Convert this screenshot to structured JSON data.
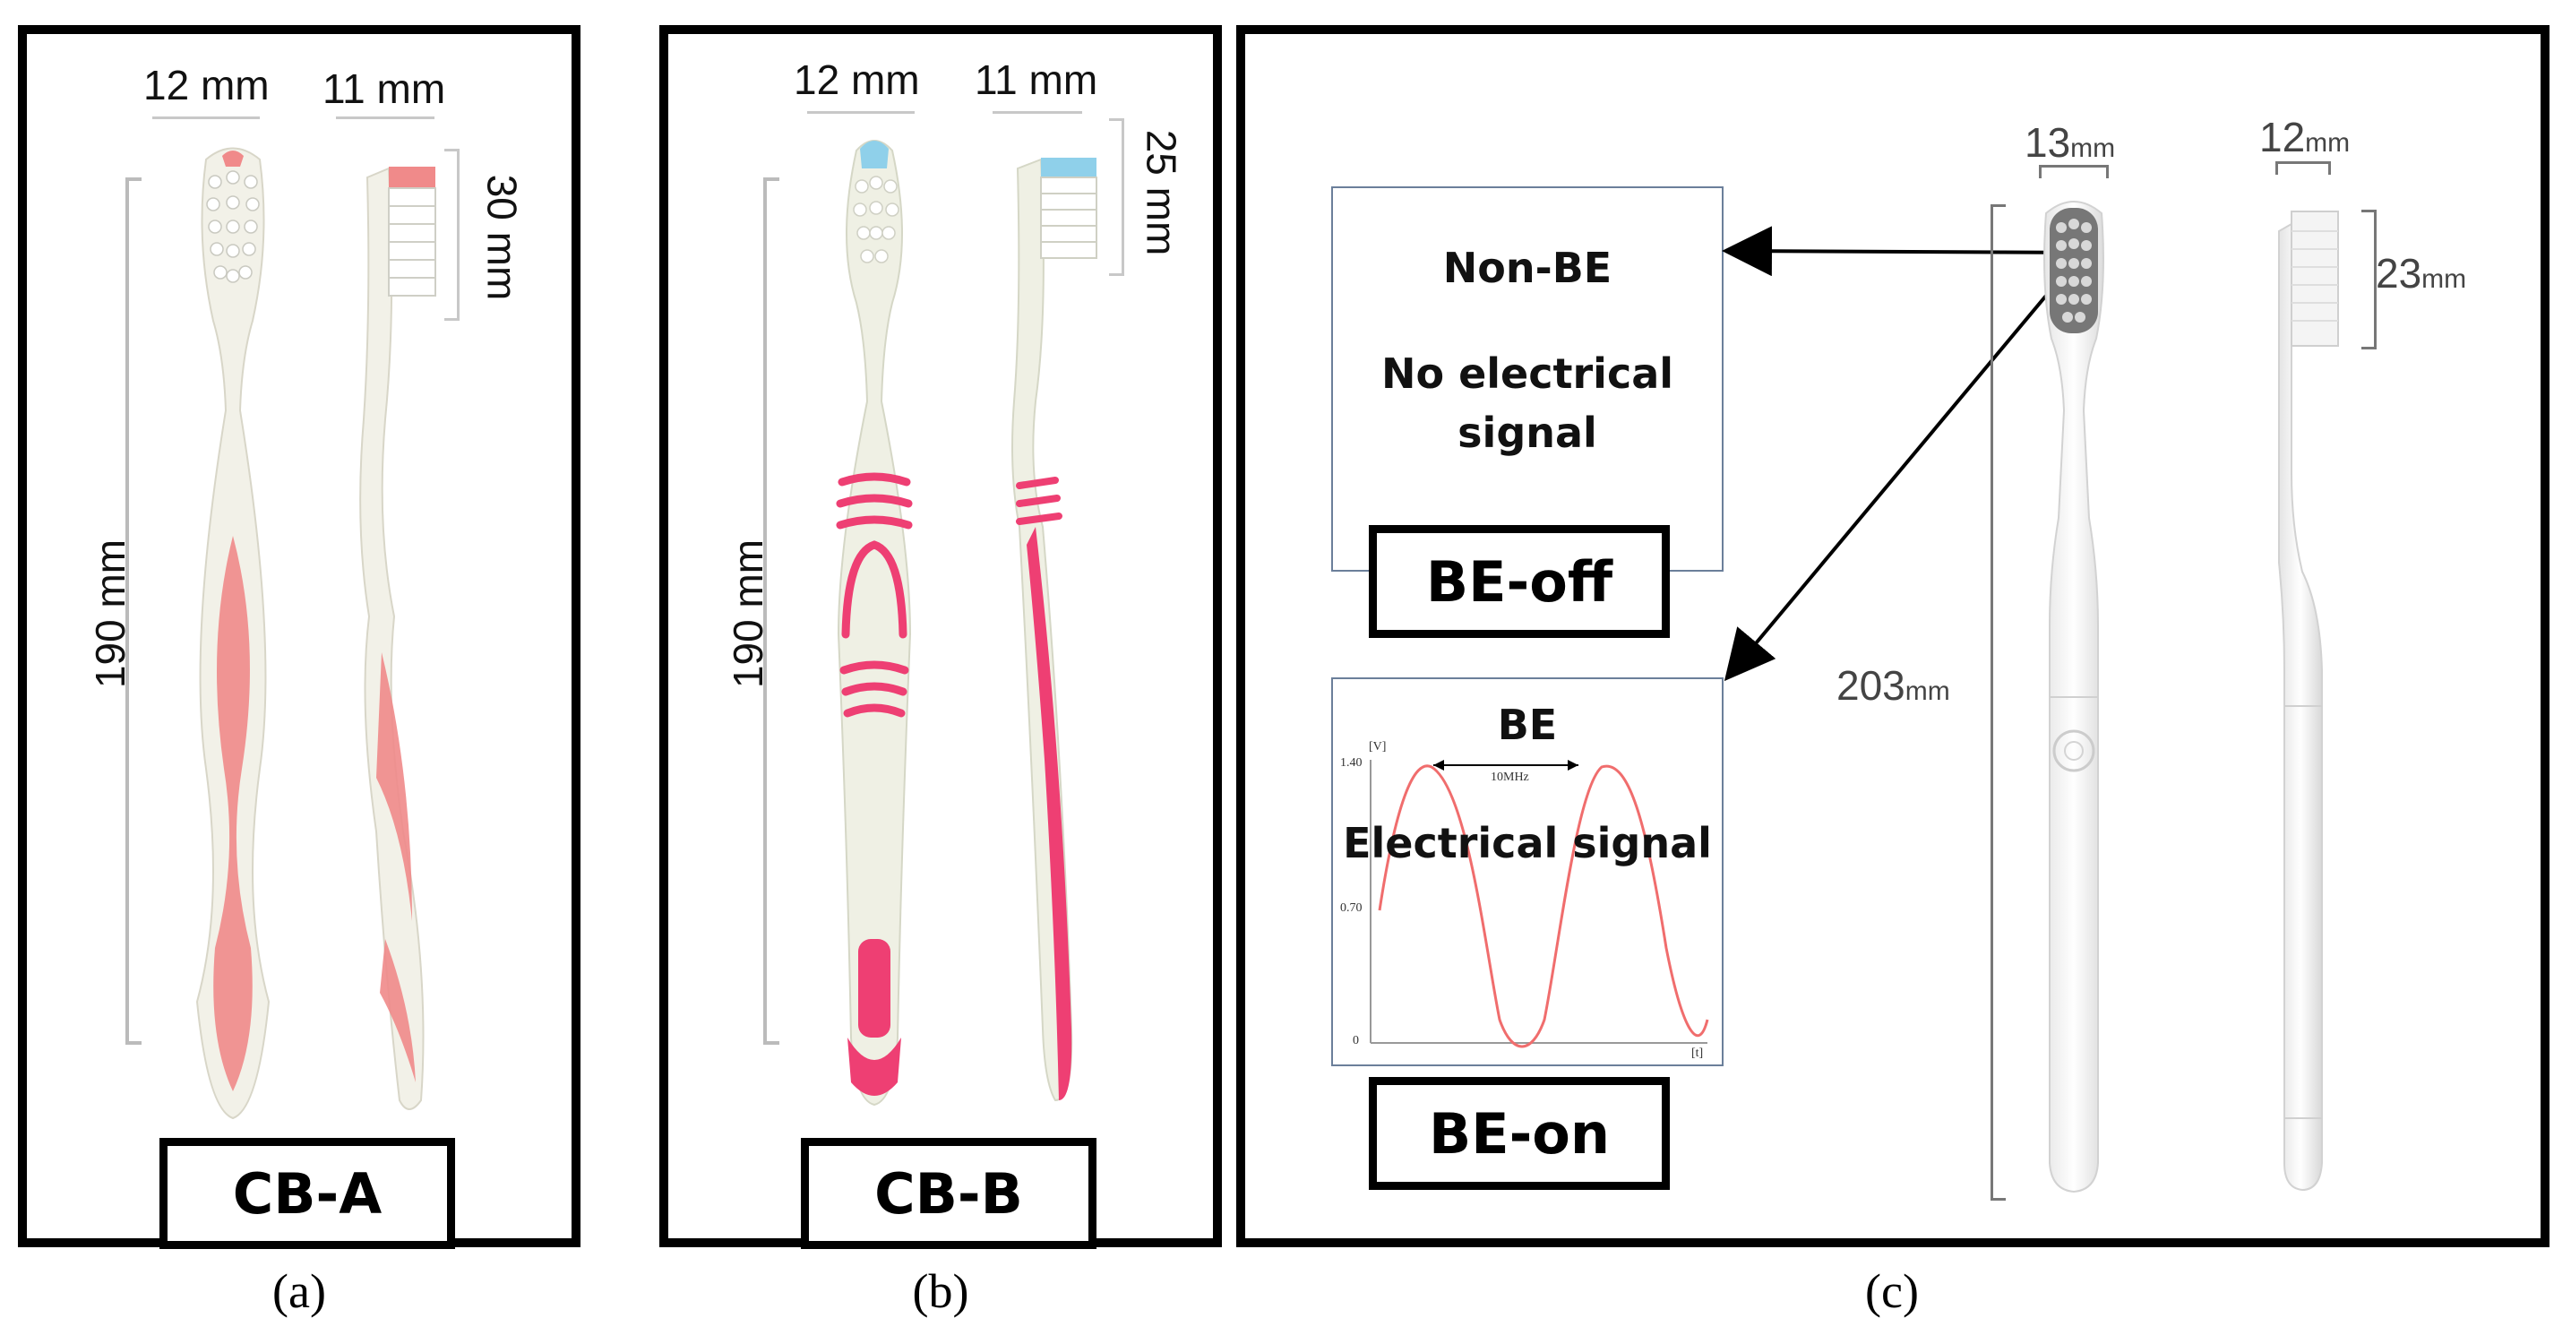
{
  "panel_a": {
    "caption": "(a)",
    "label": "CB-A",
    "dim_head_width": "12 mm",
    "dim_side_width": "11 mm",
    "dim_bristle_height": "30 mm",
    "dim_length": "190 mm",
    "accent_color": "#f08a8a"
  },
  "panel_b": {
    "caption": "(b)",
    "label": "CB-B",
    "dim_head_width": "12 mm",
    "dim_side_width": "11 mm",
    "dim_bristle_height": "25 mm",
    "dim_length": "190 mm",
    "accent_color": "#ee3f73",
    "bristle_color": "#8fd0ea"
  },
  "panel_c": {
    "caption": "(c)",
    "off_box": {
      "title": "Non-BE",
      "line1": "No electrical",
      "line2": "signal",
      "label": "BE-off"
    },
    "on_box": {
      "title": "BE",
      "subtitle": "Electrical signal",
      "label": "BE-on",
      "y_unit": "[V]",
      "x_unit": "[t]",
      "y_ticks": [
        "1.40",
        "0.70",
        "0"
      ],
      "freq_label": "10MHz"
    },
    "dim_front_width": "13",
    "dim_side_width": "12",
    "dim_bristle_height": "23",
    "dim_length": "203",
    "unit": "mm"
  }
}
